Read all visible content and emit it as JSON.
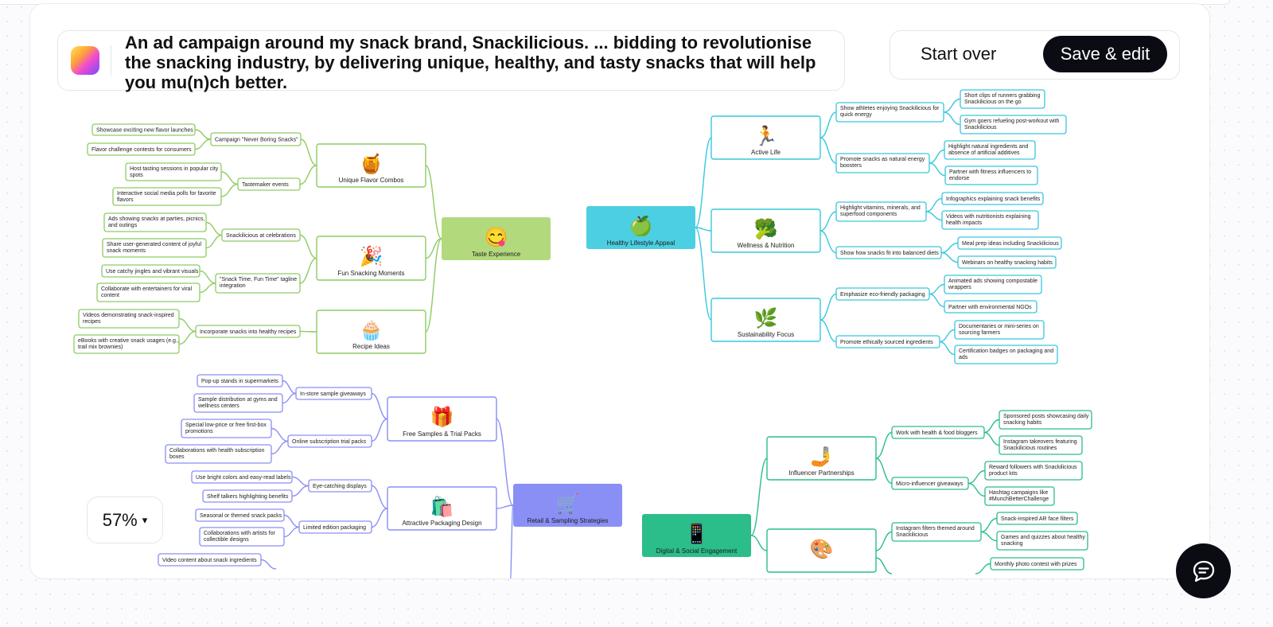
{
  "prompt": {
    "text": "An ad campaign around my snack brand, Snackilicious. ... bidding to revolutionise the snacking industry, by delivering unique, healthy, and tasty snacks that will help you mu(n)ch better."
  },
  "actions": {
    "start_over": "Start over",
    "save_edit": "Save & edit"
  },
  "zoom": {
    "level": "57%",
    "caret": "▾"
  },
  "icons": {
    "logo": "gradient-logo-icon",
    "chat": "chat-bubble-icon"
  },
  "colors": {
    "taste": "#8dcc63",
    "taste_fill": "#b3d97d",
    "healthy": "#38c7dd",
    "healthy_fill": "#4ccfe2",
    "retail": "#8a8ff5",
    "retail_fill": "#8a8ff5",
    "digital": "#2bbd8a",
    "digital_fill": "#2bbd8a",
    "save_button": "#0b0b14"
  },
  "mindmap": {
    "central": [
      {
        "id": "taste",
        "label": "Taste Experience",
        "emoji": "😋"
      },
      {
        "id": "healthy",
        "label": "Healthy Lifestyle Appeal",
        "emoji": "🍏"
      },
      {
        "id": "retail",
        "label": "Retail & Sampling Strategies",
        "emoji": "🛒"
      },
      {
        "id": "digital",
        "label": "Digital & Social Engagement",
        "emoji": "📱"
      }
    ],
    "subs": [
      {
        "id": "ufc",
        "label": "Unique Flavor Combos",
        "emoji": "🍯"
      },
      {
        "id": "fsm",
        "label": "Fun Snacking Moments",
        "emoji": "🎉"
      },
      {
        "id": "ri",
        "label": "Recipe Ideas",
        "emoji": "🧁"
      },
      {
        "id": "al",
        "label": "Active Life",
        "emoji": "🏃"
      },
      {
        "id": "wn",
        "label": "Wellness & Nutrition",
        "emoji": "🥦"
      },
      {
        "id": "sf",
        "label": "Sustainability Focus",
        "emoji": "🌿"
      },
      {
        "id": "fstp",
        "label": "Free Samples & Trial Packs",
        "emoji": "🎁"
      },
      {
        "id": "apd",
        "label": "Attractive Packaging Design",
        "emoji": "🛍️"
      },
      {
        "id": "ip",
        "label": "Influencer Partnerships",
        "emoji": "🤳"
      },
      {
        "id": "ic",
        "label": "",
        "emoji": "🎨"
      }
    ],
    "items": [
      {
        "id": "t1",
        "text": [
          "Campaign \"Never Boring Snacks\""
        ]
      },
      {
        "id": "t1a",
        "text": [
          "Showcase exciting new flavor launches"
        ]
      },
      {
        "id": "t1b",
        "text": [
          "Flavor challenge contests for consumers"
        ]
      },
      {
        "id": "t2",
        "text": [
          "Tastemaker events"
        ]
      },
      {
        "id": "t2a",
        "text": [
          "Host tasting sessions in popular city",
          "spots"
        ]
      },
      {
        "id": "t2b",
        "text": [
          "Interactive social media polls for favorite",
          "flavors"
        ]
      },
      {
        "id": "t3",
        "text": [
          "Snackilicious at celebrations"
        ]
      },
      {
        "id": "t3a",
        "text": [
          "Ads showing snacks at parties, picnics,",
          "and outings"
        ]
      },
      {
        "id": "t3b",
        "text": [
          "Share user-generated content of joyful",
          "snack moments"
        ]
      },
      {
        "id": "t4",
        "text": [
          "\"Snack Time, Fun Time\" tagline",
          "integration"
        ]
      },
      {
        "id": "t4a",
        "text": [
          "Use catchy jingles and vibrant visuals"
        ]
      },
      {
        "id": "t4b",
        "text": [
          "Collaborate with entertainers for viral",
          "content"
        ]
      },
      {
        "id": "t5",
        "text": [
          "Incorporate snacks into healthy recipes"
        ]
      },
      {
        "id": "t5a",
        "text": [
          "Videos demonstrating snack-inspired",
          "recipes"
        ]
      },
      {
        "id": "t5b",
        "text": [
          "eBooks with creative snack usages (e.g.,",
          "trail mix brownies)"
        ]
      },
      {
        "id": "h1",
        "text": [
          "Show athletes enjoying Snackilicious for",
          "quick energy"
        ]
      },
      {
        "id": "h1a",
        "text": [
          "Short clips of runners grabbing",
          "Snackilicious on the go"
        ]
      },
      {
        "id": "h1b",
        "text": [
          "Gym goers refueling post-workout with",
          "Snackilicious"
        ]
      },
      {
        "id": "h2",
        "text": [
          "Promote snacks as natural energy",
          "boosters"
        ]
      },
      {
        "id": "h2a",
        "text": [
          "Highlight natural ingredients and",
          "absence of artificial additives"
        ]
      },
      {
        "id": "h2b",
        "text": [
          "Partner with fitness influencers to",
          "endorse"
        ]
      },
      {
        "id": "h3",
        "text": [
          "Highlight vitamins, minerals, and",
          "superfood components"
        ]
      },
      {
        "id": "h3a",
        "text": [
          "Infographics explaining snack benefits"
        ]
      },
      {
        "id": "h3b",
        "text": [
          "Videos with nutritionists explaining",
          "health impacts"
        ]
      },
      {
        "id": "h4",
        "text": [
          "Show how snacks fit into balanced diets"
        ]
      },
      {
        "id": "h4a",
        "text": [
          "Meal prep ideas including Snackilicious"
        ]
      },
      {
        "id": "h4b",
        "text": [
          "Webinars on healthy snacking habits"
        ]
      },
      {
        "id": "h5",
        "text": [
          "Emphasize eco-friendly packaging"
        ]
      },
      {
        "id": "h5a",
        "text": [
          "Animated ads showing compostable",
          "wrappers"
        ]
      },
      {
        "id": "h5b",
        "text": [
          "Partner with environmental NGOs"
        ]
      },
      {
        "id": "h6",
        "text": [
          "Promote ethically sourced ingredients"
        ]
      },
      {
        "id": "h6a",
        "text": [
          "Documentaries or mini-series on",
          "sourcing farmers"
        ]
      },
      {
        "id": "h6b",
        "text": [
          "Certification badges on packaging and",
          "ads"
        ]
      },
      {
        "id": "r1",
        "text": [
          "In-store sample giveaways"
        ]
      },
      {
        "id": "r1a",
        "text": [
          "Pop-up stands in supermarkets"
        ]
      },
      {
        "id": "r1b",
        "text": [
          "Sample distribution at gyms and",
          "wellness centers"
        ]
      },
      {
        "id": "r2",
        "text": [
          "Online subscription trial packs"
        ]
      },
      {
        "id": "r2a",
        "text": [
          "Special low-price or free first-box",
          "promotions"
        ]
      },
      {
        "id": "r2b",
        "text": [
          "Collaborations with health subscription",
          "boxes"
        ]
      },
      {
        "id": "r3",
        "text": [
          "Eye-catching displays"
        ]
      },
      {
        "id": "r3a",
        "text": [
          "Use bright colors and easy-read labels"
        ]
      },
      {
        "id": "r3b",
        "text": [
          "Shelf talkers highlighting benefits"
        ]
      },
      {
        "id": "r4",
        "text": [
          "Limited edition packaging"
        ]
      },
      {
        "id": "r4a",
        "text": [
          "Seasonal or themed snack packs"
        ]
      },
      {
        "id": "r4b",
        "text": [
          "Collaborations with artists for",
          "collectible designs"
        ]
      },
      {
        "id": "r5a",
        "text": [
          "Video content about snack ingredients"
        ]
      },
      {
        "id": "d1",
        "text": [
          "Work with health & food bloggers"
        ]
      },
      {
        "id": "d1a",
        "text": [
          "Sponsored posts showcasing daily",
          "snacking habits"
        ]
      },
      {
        "id": "d1b",
        "text": [
          "Instagram takeovers featuring",
          "Snackilicious routines"
        ]
      },
      {
        "id": "d2",
        "text": [
          "Micro-influencer giveaways"
        ]
      },
      {
        "id": "d2a",
        "text": [
          "Reward followers with Snackilicious",
          "product kits"
        ]
      },
      {
        "id": "d2b",
        "text": [
          "Hashtag campaigns like",
          "#MunchBetterChallenge"
        ]
      },
      {
        "id": "d3",
        "text": [
          "Instagram filters themed around",
          "Snackilicious"
        ]
      },
      {
        "id": "d3a",
        "text": [
          "Snack-inspired AR face filters"
        ]
      },
      {
        "id": "d3b",
        "text": [
          "Games and quizzes about healthy",
          "snacking"
        ]
      },
      {
        "id": "d4a",
        "text": [
          "Monthly photo contest with prizes"
        ]
      }
    ]
  }
}
